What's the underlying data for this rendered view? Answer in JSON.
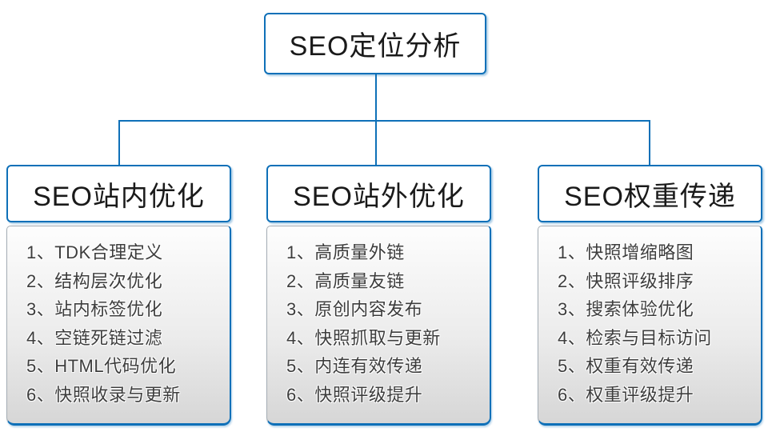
{
  "diagram": {
    "root": {
      "title": "SEO定位分析"
    },
    "branches": [
      {
        "title": "SEO站内优化",
        "items": [
          "1、TDK合理定义",
          "2、结构层次优化",
          "3、站内标签优化",
          "4、空链死链过滤",
          "5、HTML代码优化",
          "6、快照收录与更新"
        ]
      },
      {
        "title": "SEO站外优化",
        "items": [
          "1、高质量外链",
          "2、高质量友链",
          "3、原创内容发布",
          "4、快照抓取与更新",
          "5、内连有效传递",
          "6、快照评级提升"
        ]
      },
      {
        "title": "SEO权重传递",
        "items": [
          "1、快照增缩略图",
          "2、快照评级排序",
          "3、搜索体验优化",
          "4、检索与目标访问",
          "5、权重有效传递",
          "6、权重评级提升"
        ]
      }
    ]
  },
  "colors": {
    "accent": "#0E70B8",
    "panel_top": "#FDFDFD",
    "panel_bottom": "#D6D6D6",
    "title_text": "#1A1A1A",
    "item_text": "#3D3D3D"
  }
}
